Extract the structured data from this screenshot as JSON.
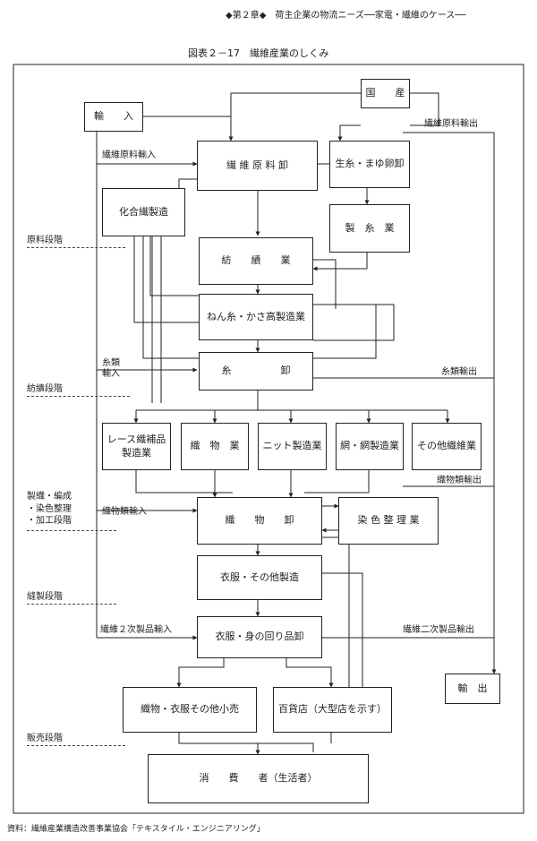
{
  "header": "◆第２章◆　荷主企業の物流ニーズ──家電・繊維のケース──",
  "title": "図表２－17　繊維産業のしくみ",
  "source": "資料：繊維産業構造改善事業協会「テキスタイル・エンジニアリング」",
  "boxes": {
    "kokusan": "国　　産",
    "yunyu": "輸　　入",
    "sen_i_genryo_oroshi": "繊 維 原 料 卸",
    "kiito": "生糸・まゆ卵卸",
    "kagosen": "化合繊製造",
    "seishi": "製　糸　業",
    "boseki": "紡　　績　　業",
    "nenshi": "ねん糸・かさ高製造業",
    "ito_oroshi": "糸　　　　　卸",
    "lace": "レース織補品\n製造業",
    "orimono_gyo": "織　物　業",
    "knit": "ニット製造業",
    "ami": "網・網製造業",
    "sonota": "その他織維業",
    "orimono_oroshi": "織　　物　　卸",
    "senshoku": "染 色 整 理 業",
    "ifuku_seizo": "衣服・その他製造",
    "ifuku_oroshi": "衣服・身の回り品卸",
    "kouri": "織物・衣服その他小売",
    "hyakkaten": "百貨店（大型店を示す）",
    "yushutsu": "輸　出",
    "shohisha": "消　　費　　者（生活者）"
  },
  "labels": {
    "genryo_yushutsu": "繊維原料輸出",
    "genryo_yunyu": "繊維原料輸入",
    "ito_yunyu": "糸類\n輸入",
    "ito_yushutsu": "糸類輸出",
    "orimono_yushutsu": "織物類輸出",
    "orimono_yunyu": "織物類輸入",
    "niji_yunyu": "繊維２次製品輸入",
    "niji_yushutsu": "繊維二次製品輸出"
  },
  "stages": {
    "genryo": "原料段階",
    "boseki": "紡績段階",
    "seishoku": "製織・編成\n・染色整理\n・加工段階",
    "hosei": "縫製段階",
    "hanbai": "販売段階"
  }
}
